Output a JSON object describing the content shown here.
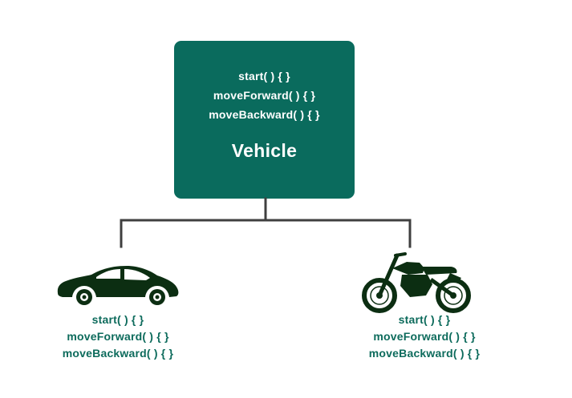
{
  "parent": {
    "methods": [
      "start( ) { }",
      "moveForward( ) { }",
      "moveBackward( ) { }"
    ],
    "class_name": "Vehicle"
  },
  "children": [
    {
      "icon": "car-icon",
      "methods": [
        "start( ) { }",
        "moveForward( ) { }",
        "moveBackward( ) { }"
      ]
    },
    {
      "icon": "motorcycle-icon",
      "methods": [
        "start( ) { }",
        "moveForward( ) { }",
        "moveBackward( ) { }"
      ]
    }
  ],
  "colors": {
    "box_fill": "#0a6b5d",
    "box_text": "#ffffff",
    "child_text": "#0d6b5c",
    "icon_fill": "#0c2e12",
    "connector": "#3f3f3f"
  }
}
